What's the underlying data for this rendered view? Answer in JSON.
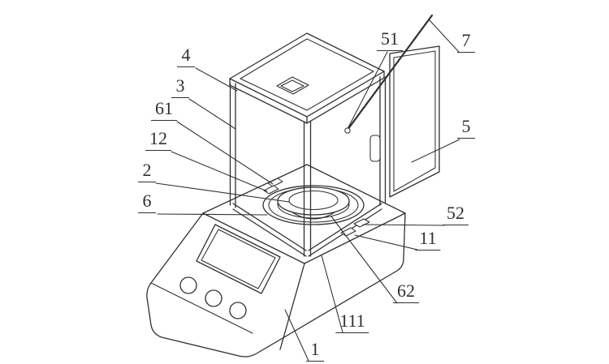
{
  "figure": {
    "background": "#ffffff",
    "line_color": "#2f2f2f",
    "labels": [
      {
        "id": "4",
        "text": "4"
      },
      {
        "id": "3",
        "text": "3"
      },
      {
        "id": "61",
        "text": "61"
      },
      {
        "id": "12",
        "text": "12"
      },
      {
        "id": "2",
        "text": "2"
      },
      {
        "id": "6",
        "text": "6"
      },
      {
        "id": "51",
        "text": "51"
      },
      {
        "id": "7",
        "text": "7"
      },
      {
        "id": "5",
        "text": "5"
      },
      {
        "id": "52",
        "text": "52"
      },
      {
        "id": "11",
        "text": "11"
      },
      {
        "id": "62",
        "text": "62"
      },
      {
        "id": "111",
        "text": "111"
      },
      {
        "id": "1",
        "text": "1"
      }
    ]
  }
}
